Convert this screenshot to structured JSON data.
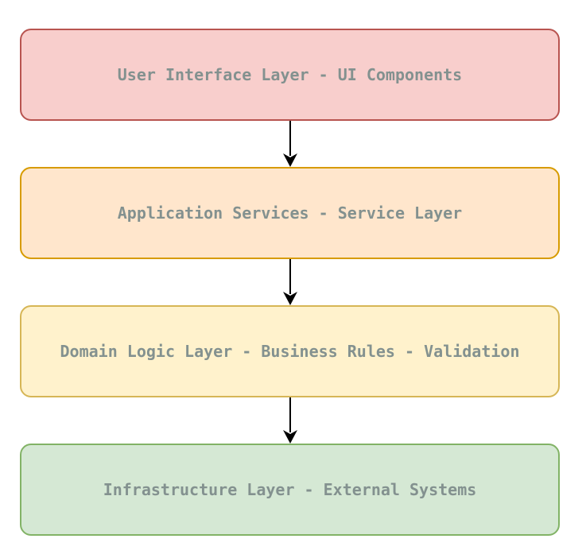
{
  "diagram": {
    "layers": [
      {
        "label": "User Interface Layer - UI Components",
        "fill": "#f8cecc",
        "stroke": "#b85450"
      },
      {
        "label": "Application Services - Service Layer",
        "fill": "#ffe6cc",
        "stroke": "#d79b00"
      },
      {
        "label": "Domain Logic Layer - Business Rules - Validation",
        "fill": "#fff2cc",
        "stroke": "#d6b656"
      },
      {
        "label": "Infrastructure Layer - External Systems",
        "fill": "#d5e8d4",
        "stroke": "#82b366"
      }
    ],
    "edges": [
      {
        "from": 0,
        "to": 1
      },
      {
        "from": 1,
        "to": 2
      },
      {
        "from": 2,
        "to": 3
      }
    ],
    "text_color": "#83918f",
    "arrow_color": "#000000"
  }
}
